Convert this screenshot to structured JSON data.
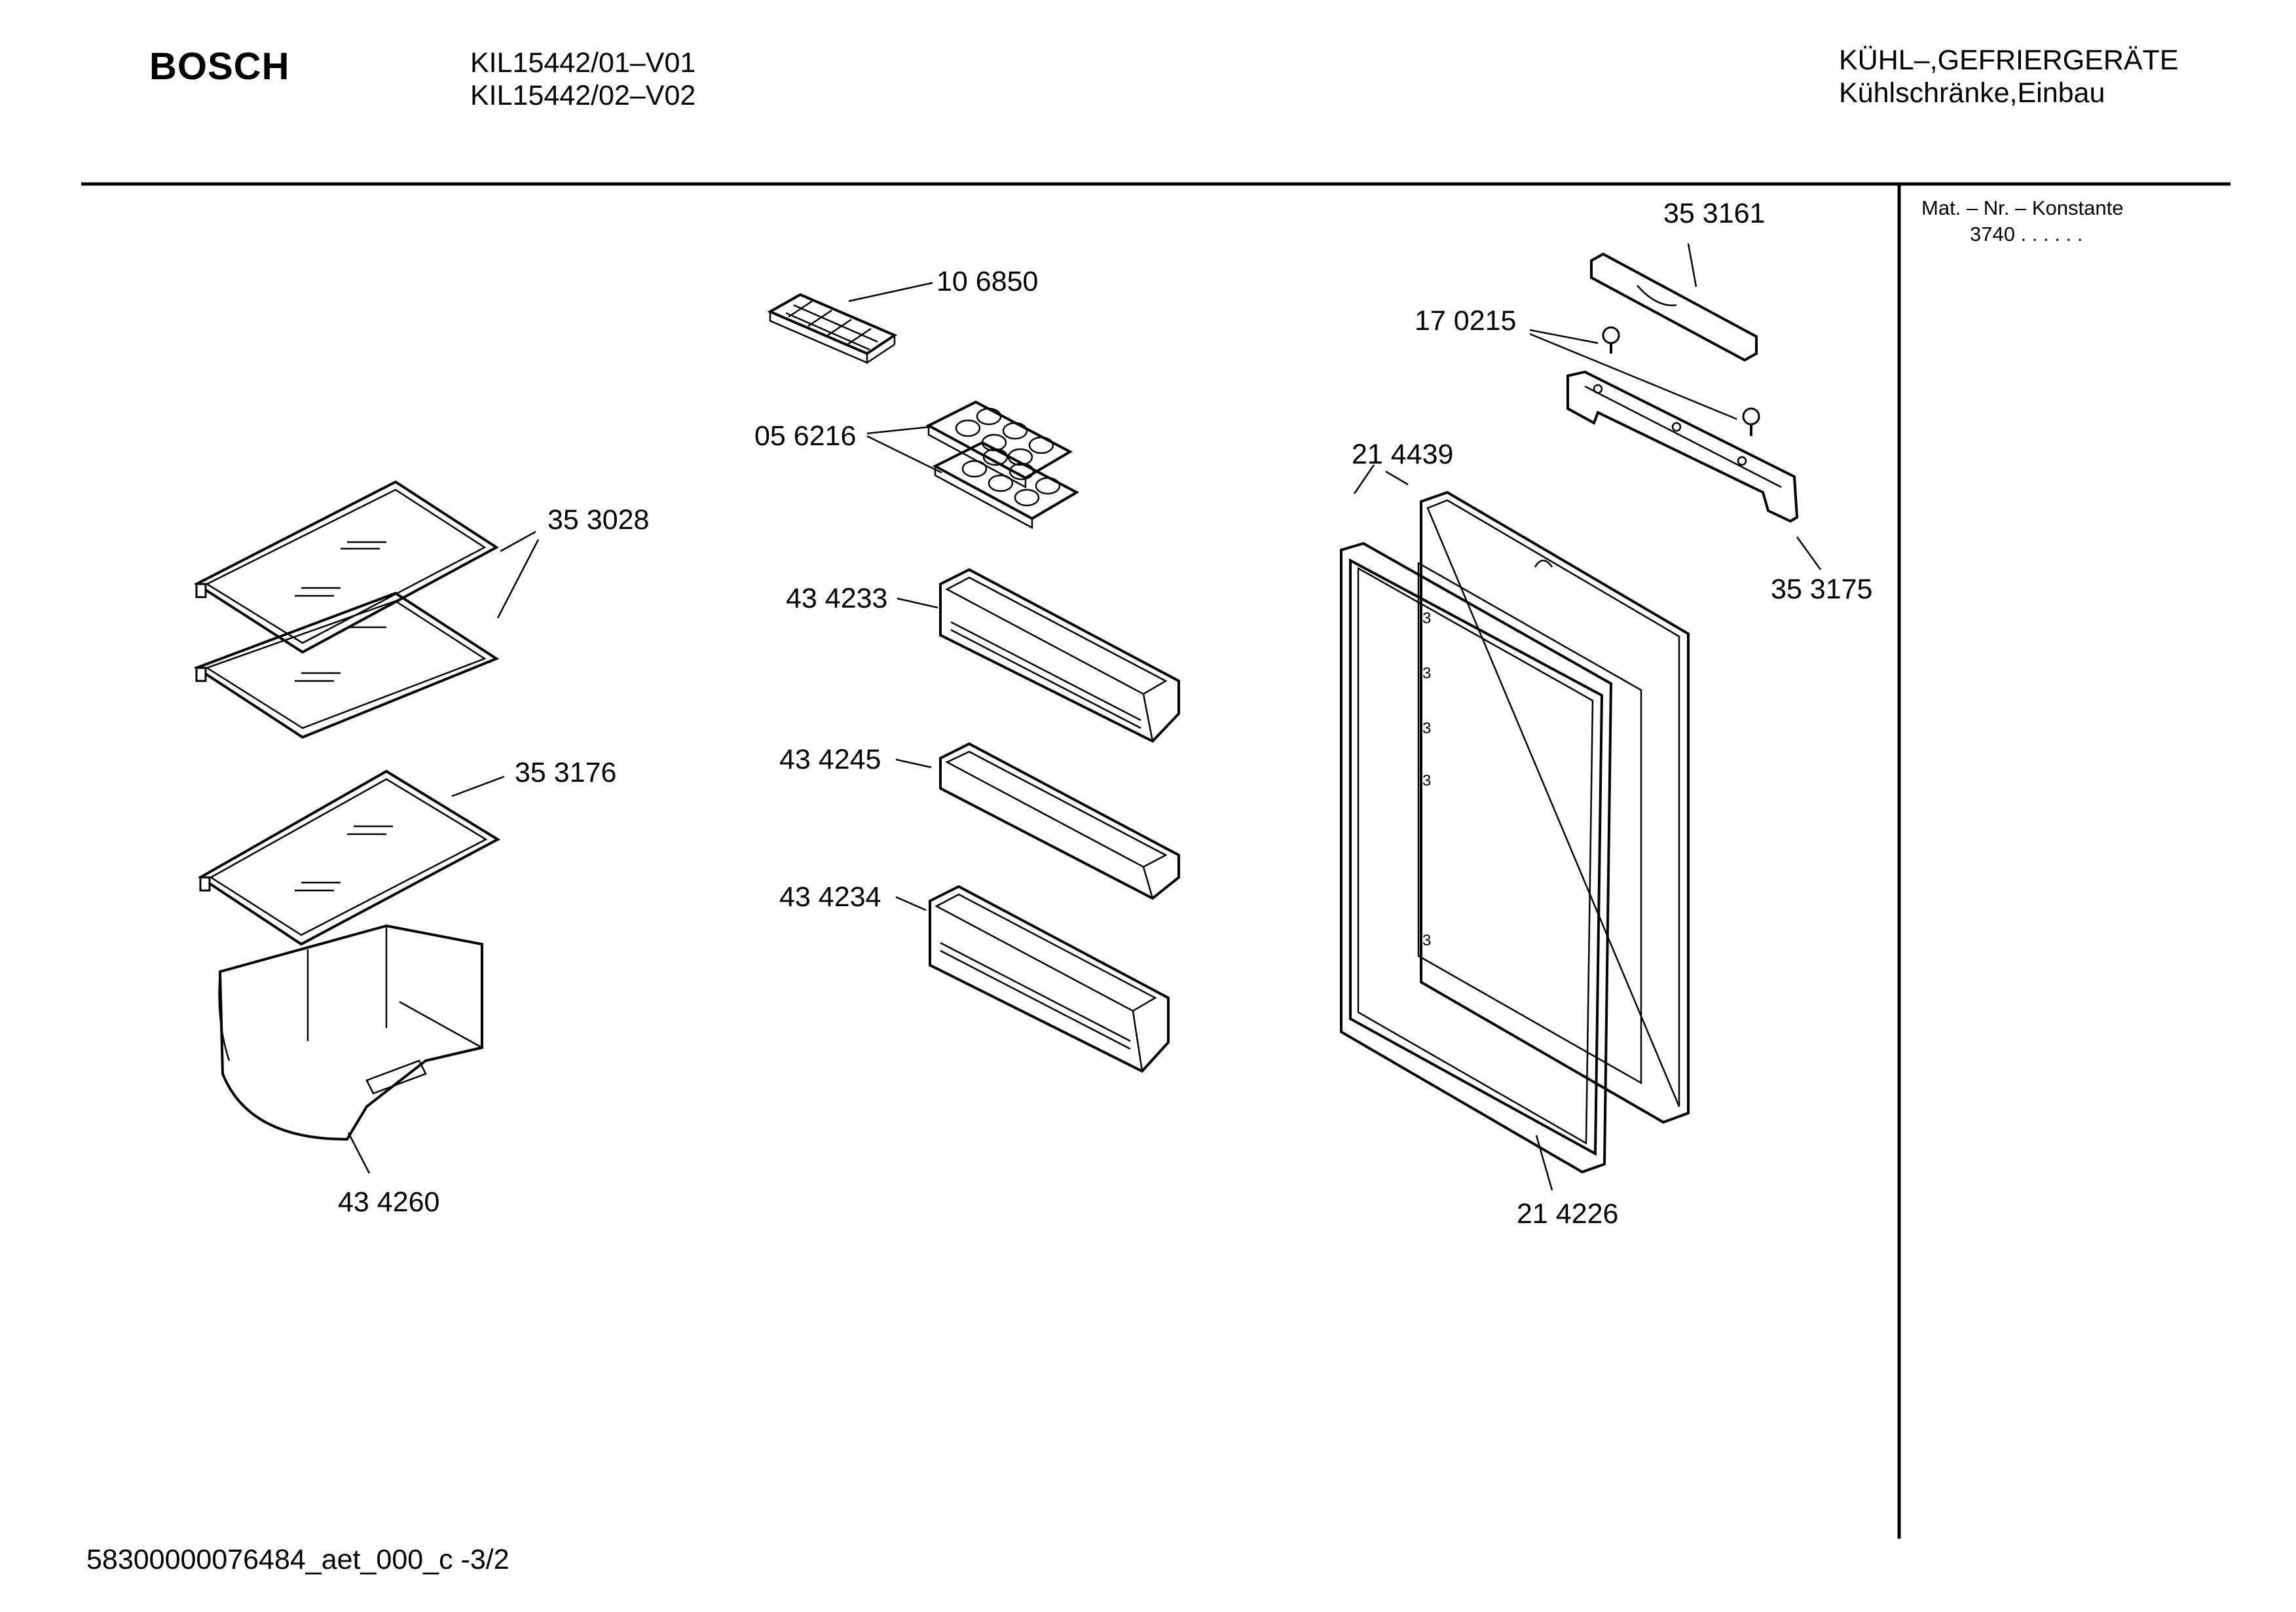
{
  "header": {
    "brand": "BOSCH",
    "model_line_1": "KIL15442/01–V01",
    "model_line_2": "KIL15442/02–V02",
    "category_line_1": "KÜHL–,GEFRIERGERÄTE",
    "category_line_2": "Kühlschränke,Einbau"
  },
  "sidebar": {
    "mat_label": "Mat. – Nr. – Konstante",
    "mat_value": "3740 .  .    .  .  .  ."
  },
  "parts": [
    {
      "id": "p1",
      "number": "10 6850"
    },
    {
      "id": "p2",
      "number": "05 6216"
    },
    {
      "id": "p3",
      "number": "35 3028"
    },
    {
      "id": "p4",
      "number": "43 4233"
    },
    {
      "id": "p5",
      "number": "35 3176"
    },
    {
      "id": "p6",
      "number": "43 4245"
    },
    {
      "id": "p7",
      "number": "43 4234"
    },
    {
      "id": "p8",
      "number": "43 4260"
    },
    {
      "id": "p9",
      "number": "35 3161"
    },
    {
      "id": "p10",
      "number": "17 0215"
    },
    {
      "id": "p11",
      "number": "21 4439"
    },
    {
      "id": "p12",
      "number": "35 3175"
    },
    {
      "id": "p13",
      "number": "21 4226"
    }
  ],
  "footer": {
    "doc_id": "58300000076484_aet_000_c  -3/2"
  }
}
